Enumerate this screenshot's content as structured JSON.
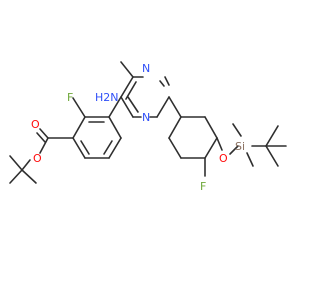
{
  "atoms": {
    "nh2": "H2N",
    "n_top": "N",
    "n_bottom": "N",
    "f_aryl": "F",
    "o_carbonyl": "O",
    "o_ester": "O",
    "f_ring": "F",
    "o_ether": "O",
    "si": "Si"
  },
  "colors": {
    "bond": "#2f2f2f",
    "nitrogen": "#3050f8",
    "oxygen": "#ff0d0d",
    "fluorine": "#6fa83a",
    "silicon": "#8a7060"
  }
}
